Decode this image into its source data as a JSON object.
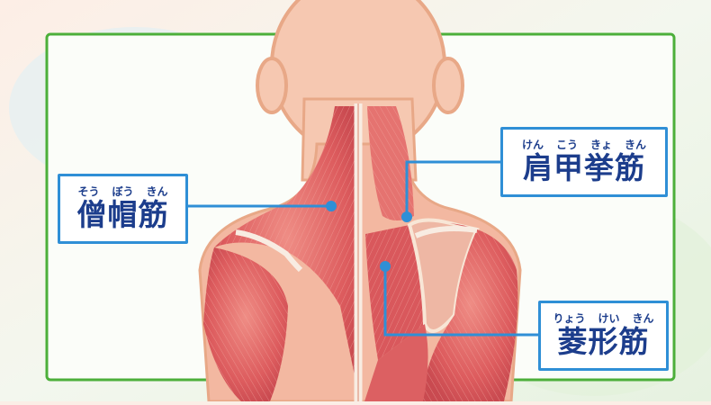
{
  "labels": {
    "trapezius": {
      "term": "僧帽筋",
      "reading": [
        "そう",
        "ぼう",
        "きん"
      ]
    },
    "levator_scapulae": {
      "term": "肩甲挙筋",
      "reading": [
        "けん",
        "こう",
        "きょ",
        "きん"
      ]
    },
    "rhomboid": {
      "term": "菱形筋",
      "reading": [
        "りょう",
        "けい",
        "きん"
      ]
    }
  },
  "colors": {
    "frame": "#4caf3a",
    "label_border": "#2f8fd6",
    "label_text": "#1c3d8c",
    "leader_line": "#2f8fd6",
    "skin": "#f6c8b1",
    "muscle": "#e06a6a"
  }
}
